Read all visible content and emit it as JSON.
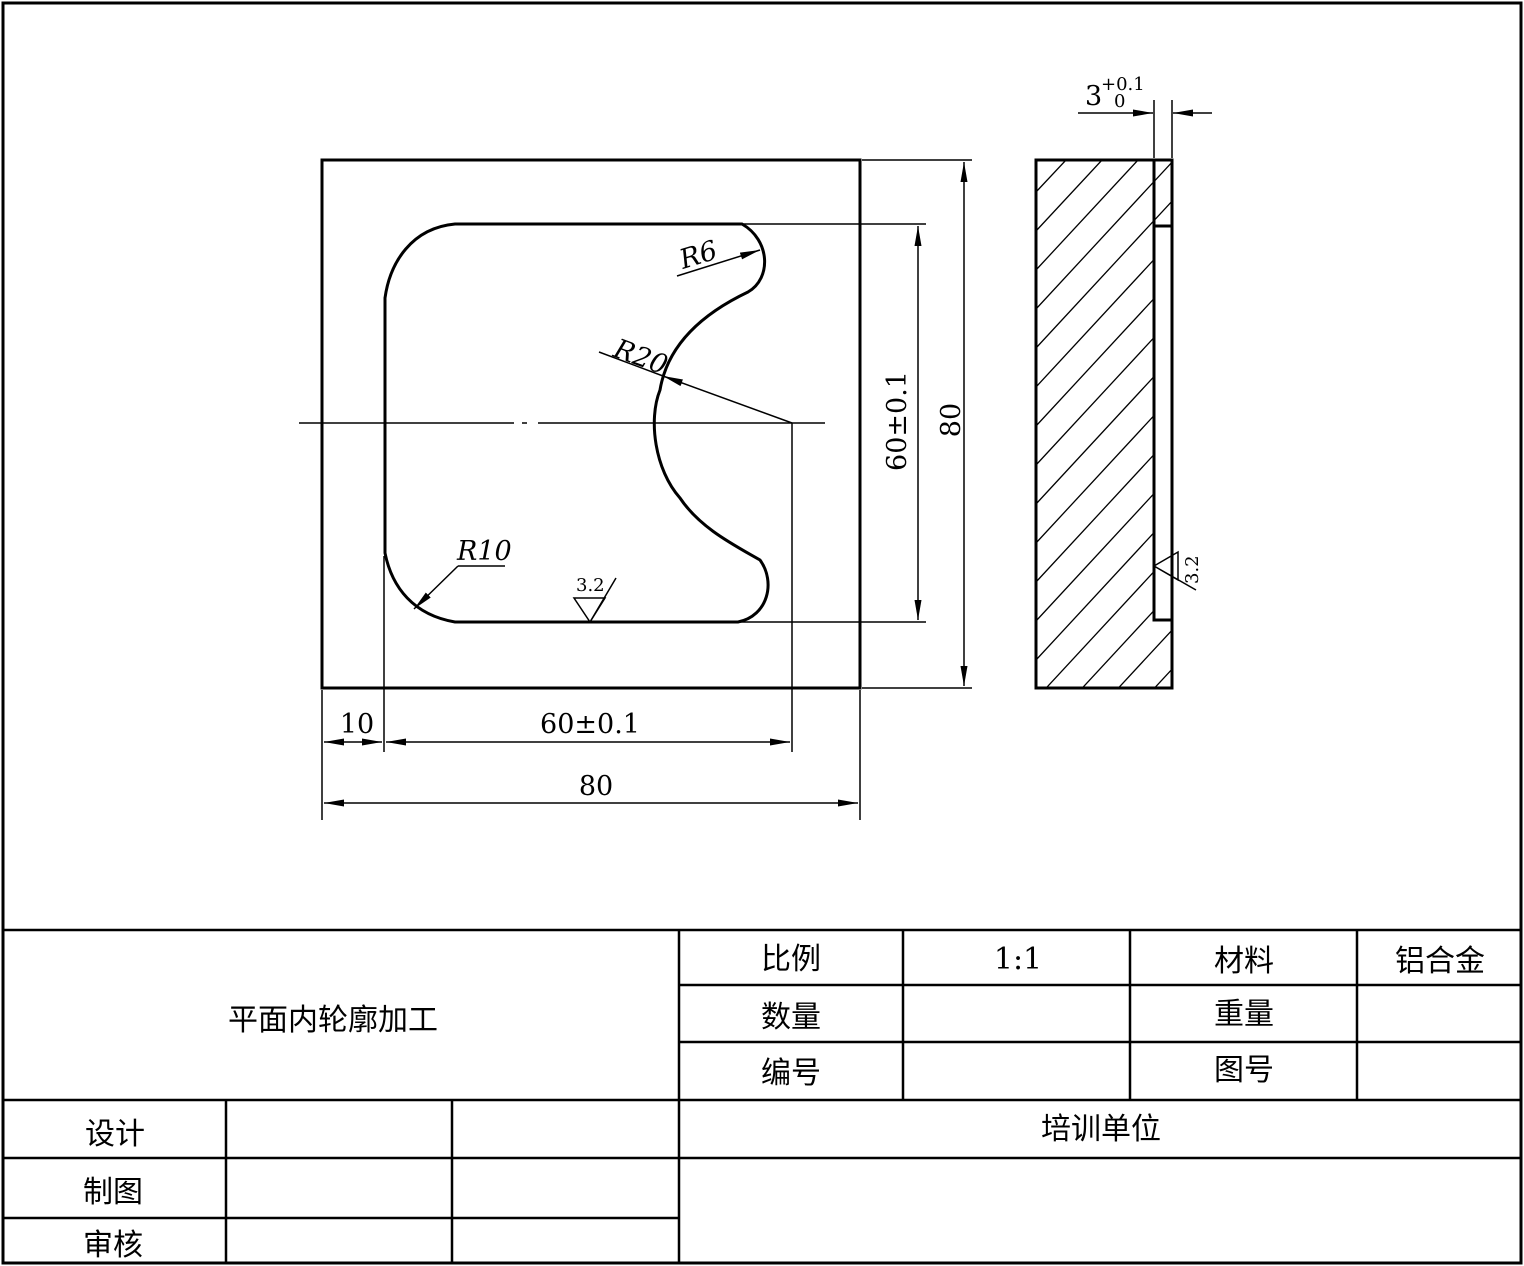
{
  "drawing": {
    "front_view": {
      "radius_r6": "R6",
      "radius_r20": "R20",
      "radius_r10": "R10",
      "roughness_bottom": "3.2",
      "dim_vertical_inner": "60±0.1",
      "dim_vertical_outer": "80",
      "dim_left_offset": "10",
      "dim_horizontal_inner": "60±0.1",
      "dim_horizontal_outer": "80"
    },
    "side_view": {
      "depth_base": "3",
      "depth_upper_tol": "+0.1",
      "depth_lower_tol": "0",
      "roughness_side": "3.2"
    }
  },
  "title_block": {
    "part_name": "平面内轮廓加工",
    "scale_label": "比例",
    "scale_value": "1:1",
    "material_label": "材料",
    "material_value": "铝合金",
    "quantity_label": "数量",
    "quantity_value": "",
    "weight_label": "重量",
    "weight_value": "",
    "code_label": "编号",
    "code_value": "",
    "drawing_no_label": "图号",
    "drawing_no_value": "",
    "design_label": "设计",
    "draft_label": "制图",
    "review_label": "审核",
    "org_label": "培训单位"
  }
}
